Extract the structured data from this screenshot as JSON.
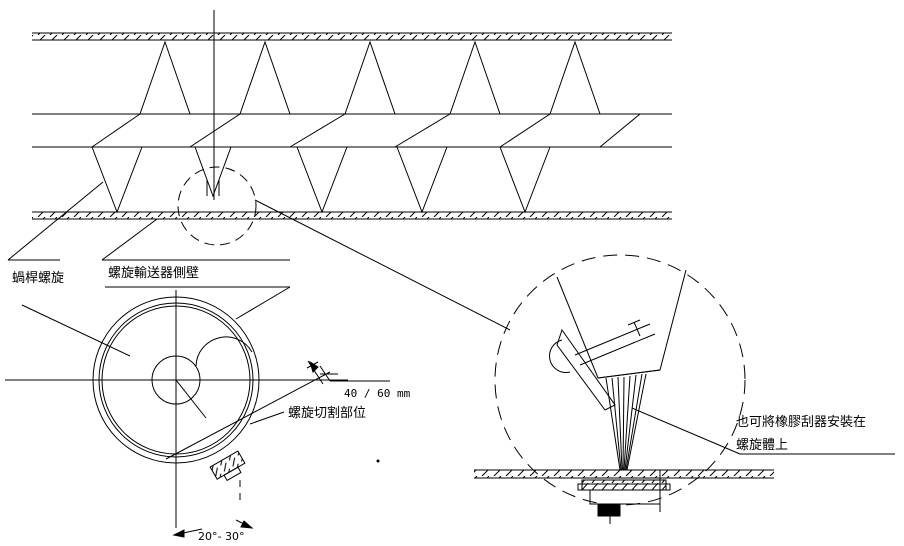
{
  "labels": {
    "worm_screw": "蝸桿螺旋",
    "conveyor_side_wall": "螺旋輸送器側壁",
    "gap_dimension": "40 / 60 mm",
    "screw_cutting_area": "螺旋切割部位",
    "install_note_line1": "也可將橡膠刮器安裝在",
    "install_note_line2": "螺旋體上",
    "angle_range": "20°- 30°"
  },
  "colors": {
    "line": "#000000",
    "background": "#ffffff"
  }
}
